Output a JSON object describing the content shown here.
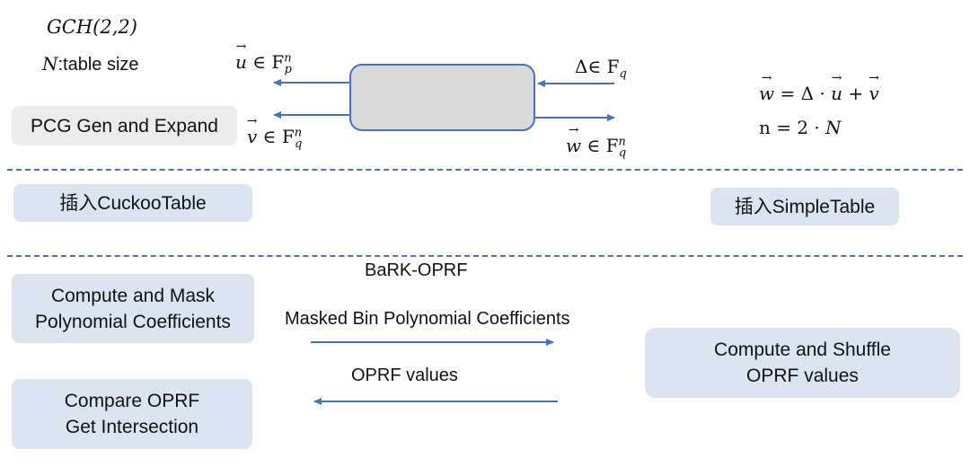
{
  "header": {
    "gch": "GCH(2,2)",
    "n_label": "N",
    "n_desc": ":table size"
  },
  "pcg": {
    "button_label": "PCG Gen and Expand",
    "u_label": "u",
    "u_set": "∈ F",
    "u_sup": "n",
    "u_sub": "p",
    "v_label": "v",
    "v_set": "∈ F",
    "v_sup": "n",
    "v_sub": "q",
    "delta_label": "Δ∈ F",
    "delta_sub": "q",
    "w_label": "w",
    "w_set": "∈ F",
    "w_sup": "n",
    "w_sub": "q",
    "eq1_lhs": "w",
    "eq1_mid": " = Δ · ",
    "eq1_u": "u",
    "eq1_plus": " + ",
    "eq1_v": "v",
    "eq2_lhs": "n = 2 · ",
    "eq2_n": "N"
  },
  "tables": {
    "cuckoo": "插入CuckooTable",
    "simple": "插入SimpleTable"
  },
  "oprf": {
    "title": "BaRK-OPRF",
    "left_box1": "Compute and Mask\nPolynomial Coefficients",
    "left_box2": "Compare OPRF\nGet Intersection",
    "right_box": "Compute and Shuffle\nOPRF values",
    "msg_forward": "Masked Bin Polynomial Coefficients",
    "msg_back": "OPRF values"
  },
  "colors": {
    "arrow": "#4472c4",
    "box_blue": "#dbe5f2",
    "box_grey": "#ececec",
    "center_box": "#d9d9d9",
    "center_box_border": "#4472c4"
  }
}
